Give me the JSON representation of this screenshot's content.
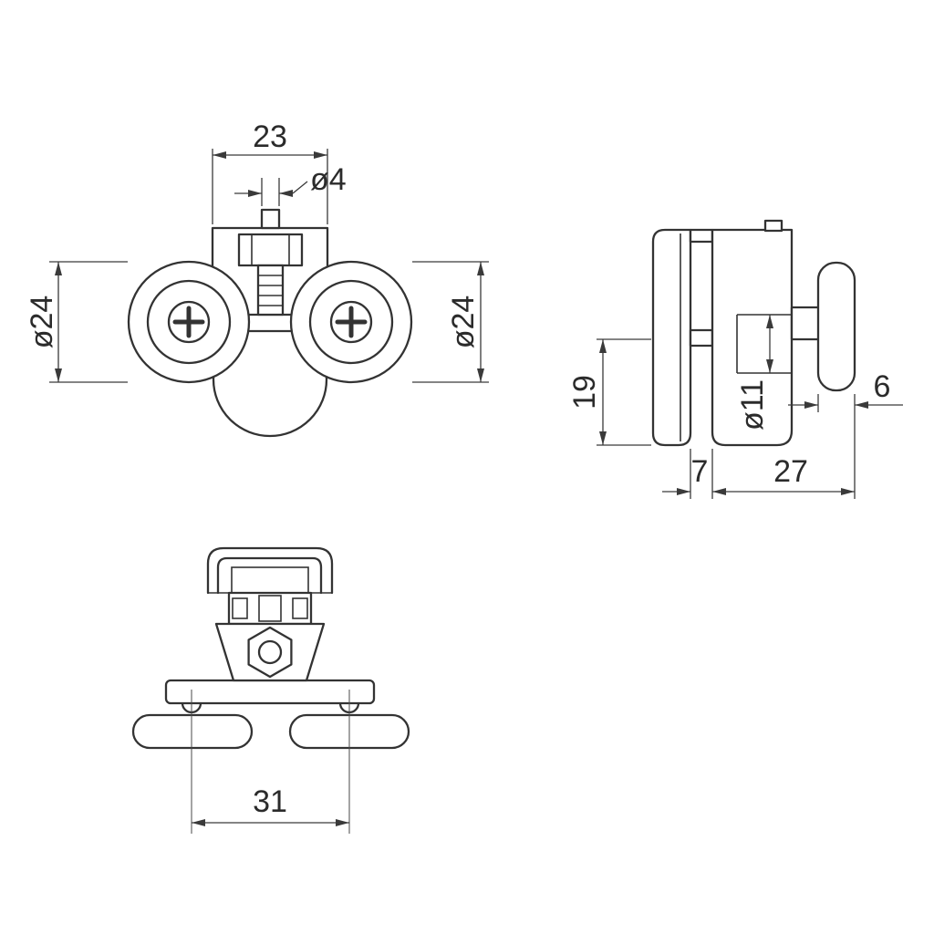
{
  "drawing": {
    "views": {
      "front": {
        "dims": {
          "width": "23",
          "pin": "ø4",
          "wheel_left": "ø24",
          "wheel_right": "ø24"
        }
      },
      "side": {
        "dims": {
          "depth": "19",
          "bore": "ø11",
          "wheel_width": "6",
          "slot": "7",
          "body": "27"
        }
      },
      "bottom": {
        "dims": {
          "spacing": "31"
        }
      }
    },
    "colors": {
      "object_line": "#333333",
      "dimension_line": "#3a3a3a",
      "text": "#2b2b2b",
      "background": "#ffffff"
    }
  }
}
